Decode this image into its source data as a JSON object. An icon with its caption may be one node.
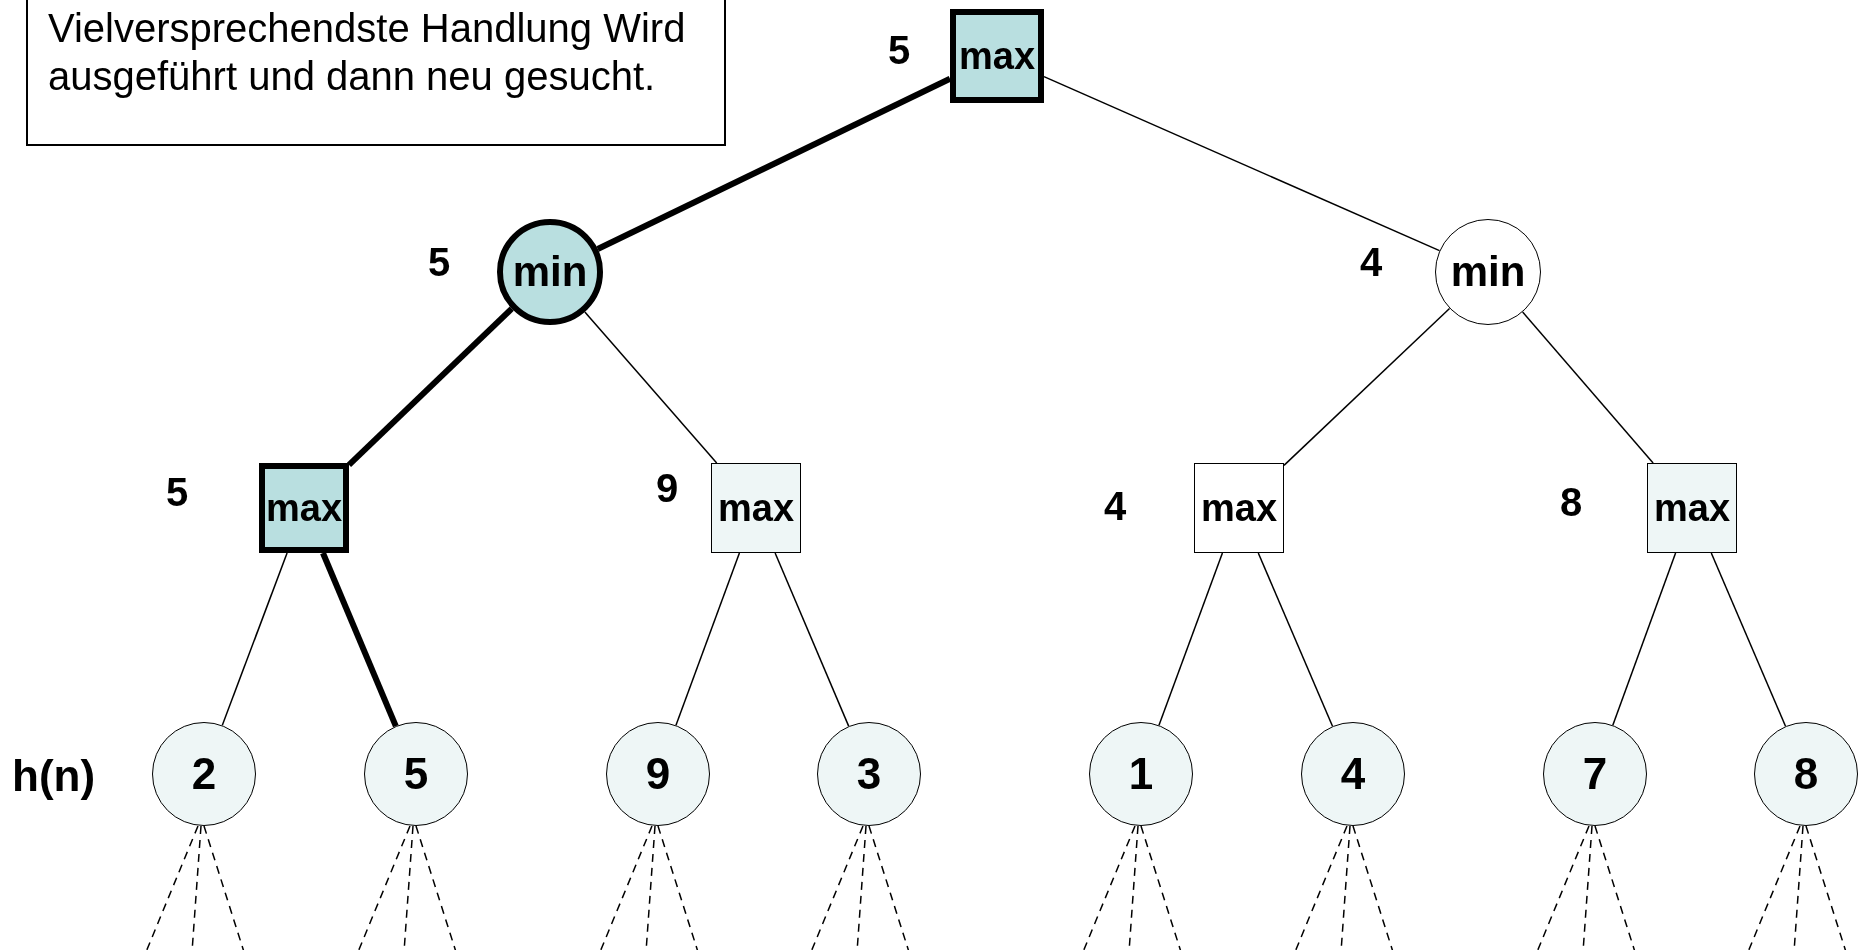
{
  "diagram": {
    "nodes": [
      {
        "text": [
          "Vielversprechendste Handlung Wird ausgeführt und dann neu gesucht."
        ]
      },
      {
        "text": [
          "max"
        ],
        "beside": [
          "5"
        ]
      },
      {
        "text": [
          "min"
        ],
        "beside": [
          "5"
        ]
      },
      {
        "text": [
          "min"
        ],
        "beside": [
          "4"
        ]
      },
      {
        "text": [
          "max"
        ],
        "beside": [
          "5"
        ]
      },
      {
        "text": [
          "max"
        ],
        "beside": [
          "9"
        ]
      },
      {
        "text": [
          "max"
        ],
        "beside": [
          "4"
        ]
      },
      {
        "text": [
          "max"
        ],
        "beside": [
          "8"
        ]
      },
      {
        "text": [
          "2"
        ]
      },
      {
        "text": [
          "5"
        ]
      },
      {
        "text": [
          "9"
        ]
      },
      {
        "text": [
          "3"
        ]
      },
      {
        "text": [
          "1"
        ]
      },
      {
        "text": [
          "4"
        ]
      },
      {
        "text": [
          "7"
        ]
      },
      {
        "text": [
          "8"
        ]
      }
    ],
    "edges": [
      {
        "from": 1,
        "to": 2,
        "arrow": "none",
        "style": "thick"
      },
      {
        "from": 1,
        "to": 3,
        "arrow": "none"
      },
      {
        "from": 2,
        "to": 4,
        "arrow": "none",
        "style": "thick"
      },
      {
        "from": 2,
        "to": 5,
        "arrow": "none"
      },
      {
        "from": 3,
        "to": 6,
        "arrow": "none"
      },
      {
        "from": 3,
        "to": 7,
        "arrow": "none"
      },
      {
        "from": 4,
        "to": 8,
        "arrow": "none"
      },
      {
        "from": 4,
        "to": 9,
        "arrow": "none",
        "style": "thick"
      },
      {
        "from": 5,
        "to": 10,
        "arrow": "none"
      },
      {
        "from": 5,
        "to": 11,
        "arrow": "none"
      },
      {
        "from": 6,
        "to": 12,
        "arrow": "none"
      },
      {
        "from": 6,
        "to": 13,
        "arrow": "none"
      },
      {
        "from": 7,
        "to": 14,
        "arrow": "none"
      },
      {
        "from": 7,
        "to": 15,
        "arrow": "none"
      },
      {
        "from": 8,
        "to": null,
        "arrow": "none",
        "style": "dashed"
      },
      {
        "from": 8,
        "to": null,
        "arrow": "none",
        "style": "dashed"
      },
      {
        "from": 8,
        "to": null,
        "arrow": "none",
        "style": "dashed"
      },
      {
        "from": 9,
        "to": null,
        "arrow": "none",
        "style": "dashed"
      },
      {
        "from": 9,
        "to": null,
        "arrow": "none",
        "style": "dashed"
      },
      {
        "from": 9,
        "to": null,
        "arrow": "none",
        "style": "dashed"
      },
      {
        "from": 10,
        "to": null,
        "arrow": "none",
        "style": "dashed"
      },
      {
        "from": 10,
        "to": null,
        "arrow": "none",
        "style": "dashed"
      },
      {
        "from": 10,
        "to": null,
        "arrow": "none",
        "style": "dashed"
      },
      {
        "from": 11,
        "to": null,
        "arrow": "none",
        "style": "dashed"
      },
      {
        "from": 11,
        "to": null,
        "arrow": "none",
        "style": "dashed"
      },
      {
        "from": 11,
        "to": null,
        "arrow": "none",
        "style": "dashed"
      },
      {
        "from": 12,
        "to": null,
        "arrow": "none",
        "style": "dashed"
      },
      {
        "from": 12,
        "to": null,
        "arrow": "none",
        "style": "dashed"
      },
      {
        "from": 12,
        "to": null,
        "arrow": "none",
        "style": "dashed"
      },
      {
        "from": 13,
        "to": null,
        "arrow": "none",
        "style": "dashed"
      },
      {
        "from": 13,
        "to": null,
        "arrow": "none",
        "style": "dashed"
      },
      {
        "from": 13,
        "to": null,
        "arrow": "none",
        "style": "dashed"
      },
      {
        "from": 14,
        "to": null,
        "arrow": "none",
        "style": "dashed"
      },
      {
        "from": 14,
        "to": null,
        "arrow": "none",
        "style": "dashed"
      },
      {
        "from": 14,
        "to": null,
        "arrow": "none",
        "style": "dashed"
      },
      {
        "from": 15,
        "to": null,
        "arrow": "none",
        "style": "dashed"
      },
      {
        "from": 15,
        "to": null,
        "arrow": "none",
        "style": "dashed"
      },
      {
        "from": 15,
        "to": null,
        "arrow": "none",
        "style": "dashed"
      }
    ],
    "labels": [
      "h(n)"
    ]
  }
}
